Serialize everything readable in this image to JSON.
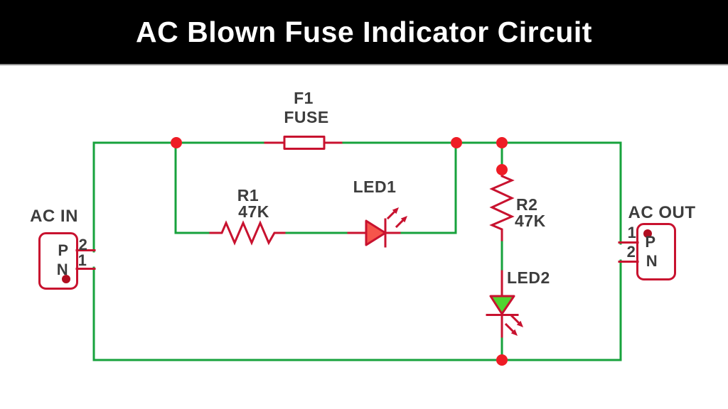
{
  "header": {
    "title": "AC Blown Fuse Indicator Circuit"
  },
  "components": {
    "fuse": {
      "ref": "F1",
      "value": "FUSE"
    },
    "r1": {
      "ref": "R1",
      "value": "47K"
    },
    "led1": {
      "ref": "LED1"
    },
    "r2": {
      "ref": "R2",
      "value": "47K"
    },
    "led2": {
      "ref": "LED2"
    },
    "ac_in": {
      "label": "AC IN",
      "pins": [
        {
          "number": "2",
          "name": "P"
        },
        {
          "number": "1",
          "name": "N"
        }
      ]
    },
    "ac_out": {
      "label": "AC OUT",
      "pins": [
        {
          "number": "1",
          "name": "P"
        },
        {
          "number": "2",
          "name": "N"
        }
      ]
    }
  },
  "colors": {
    "wire": "#17a23c",
    "component": "#c8122f",
    "junction": "#ee1c25",
    "pin_dot": "#b10d20",
    "led1_fill": "#f6554b",
    "led2_fill": "#4fd32f",
    "label": "#3d3d3d",
    "header_bg": "#000000",
    "header_text": "#ffffff",
    "divider": "#8f8f8f"
  }
}
